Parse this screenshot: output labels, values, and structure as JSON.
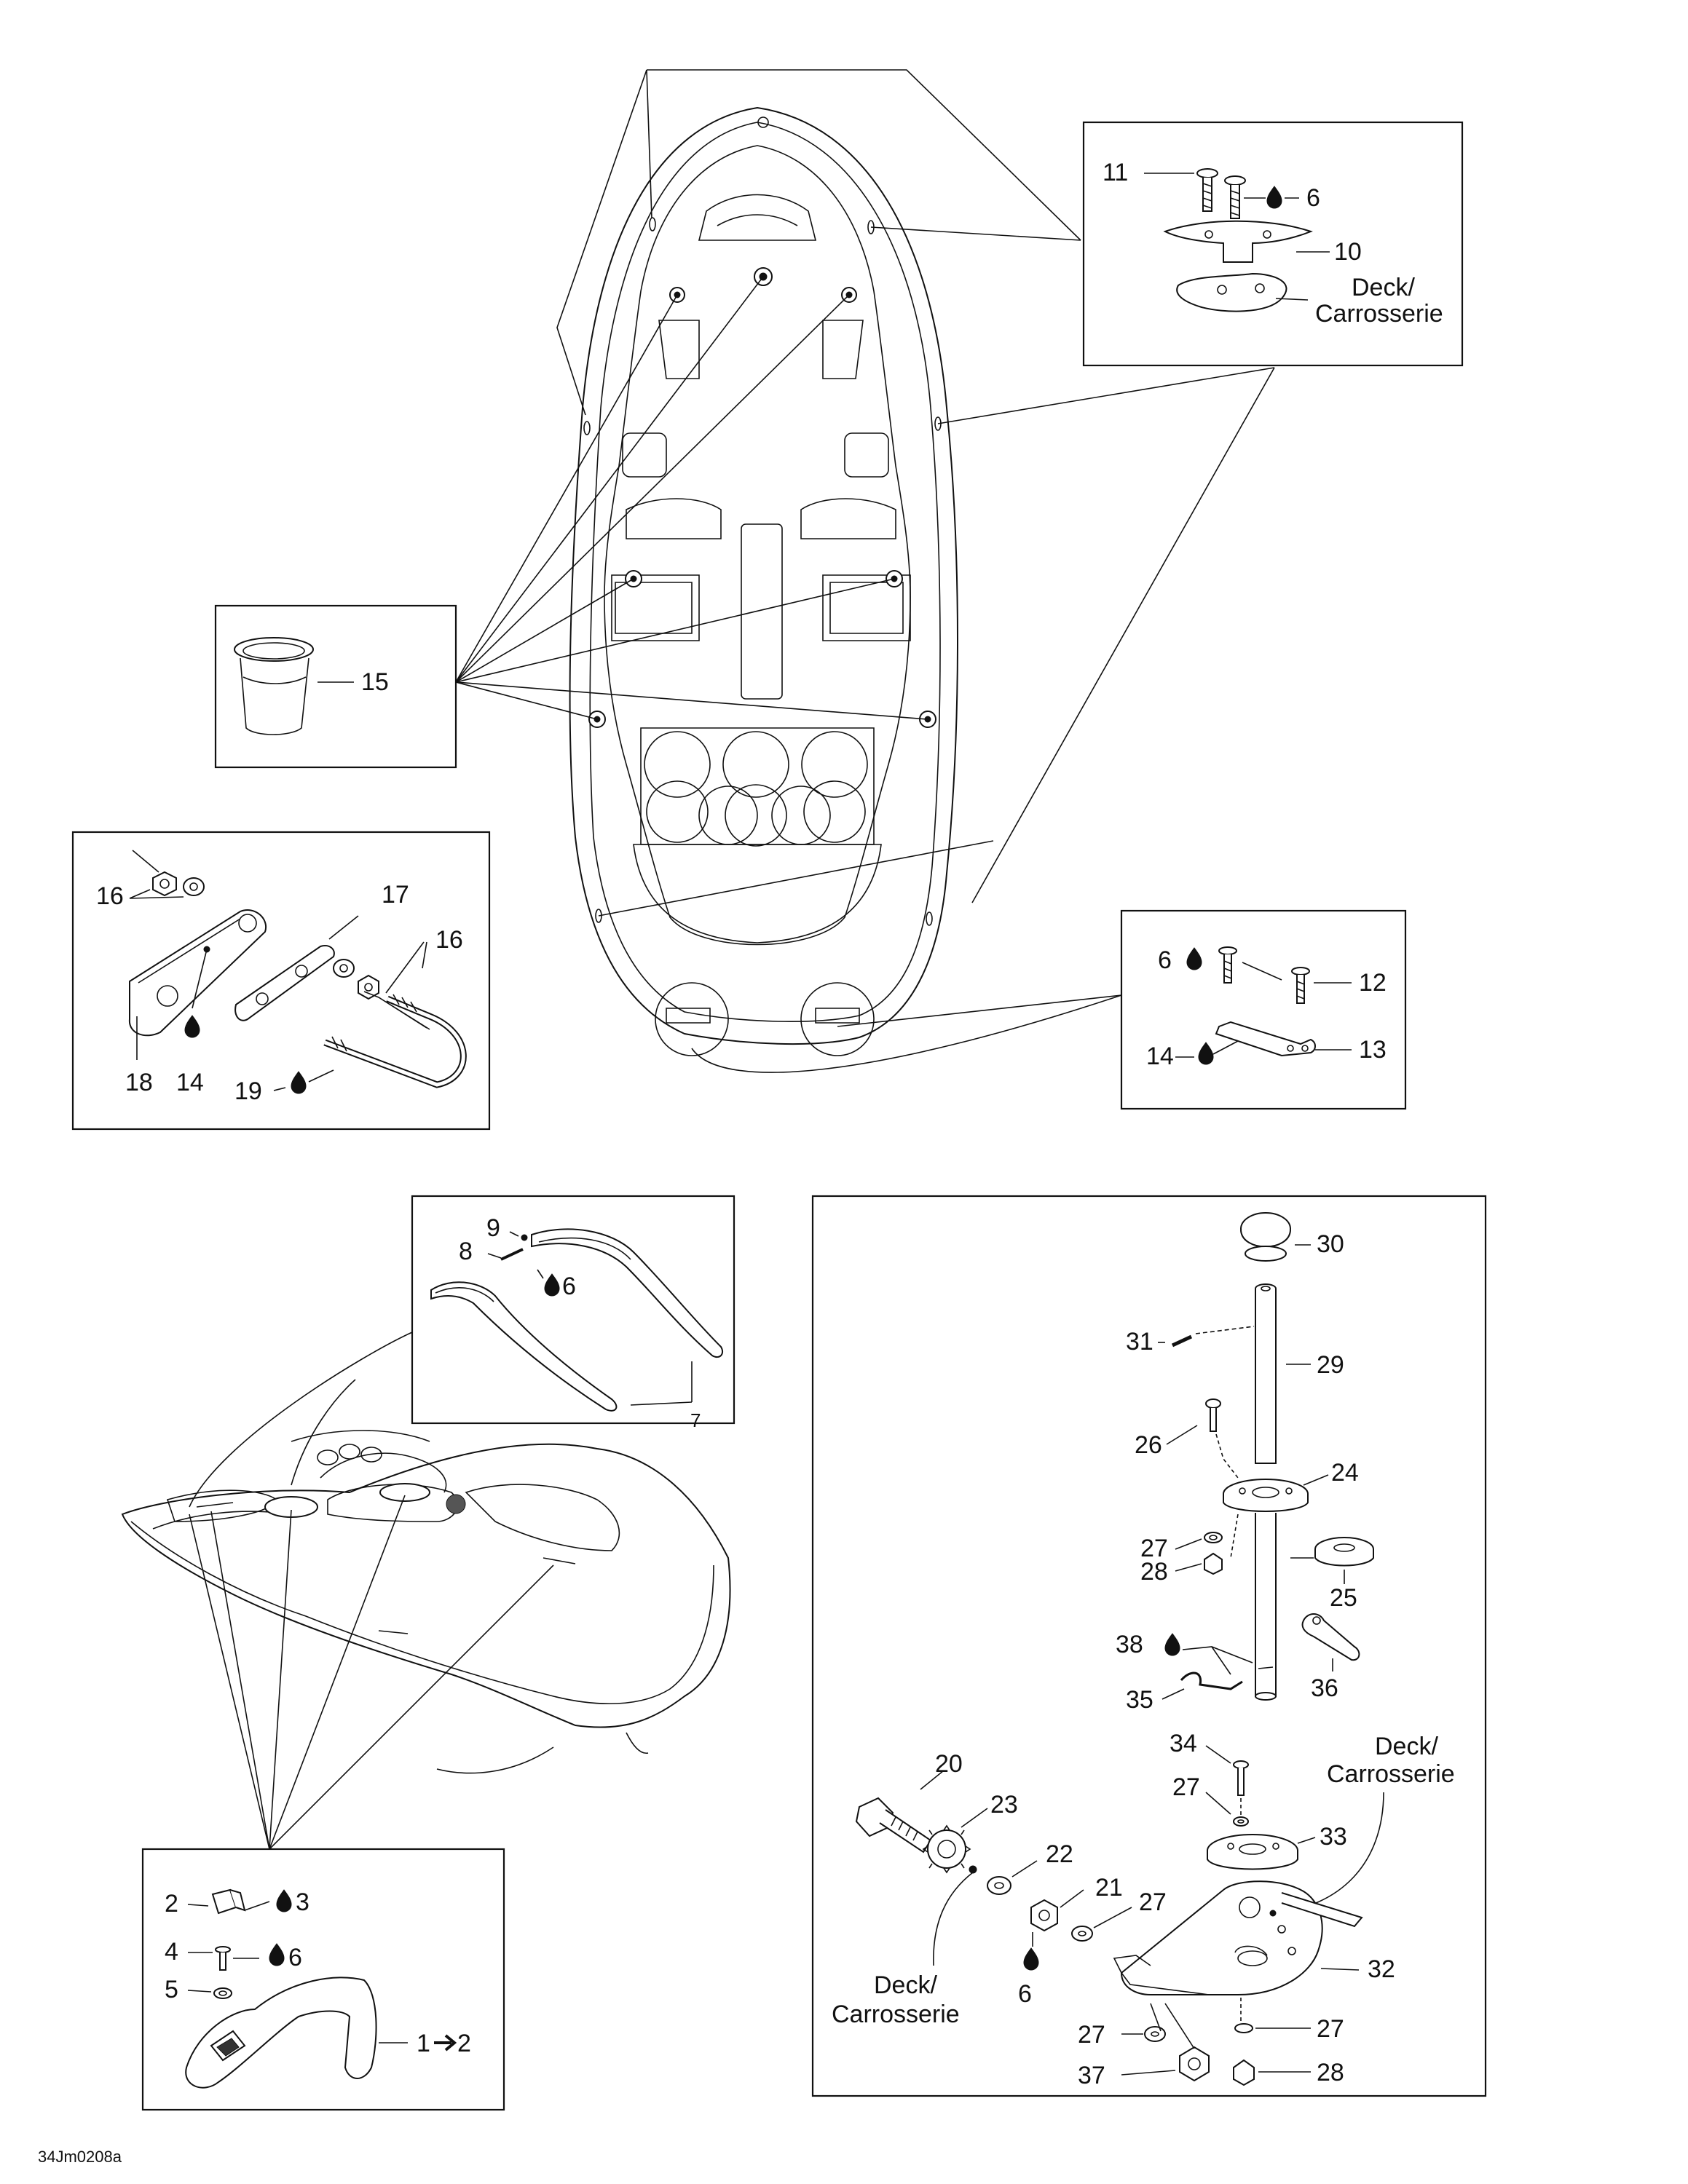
{
  "reference_code": "34Jm0208a",
  "deck_label": "Deck/",
  "deck_label_fr": "Carrosserie",
  "labels": {
    "n1": "1",
    "n1to2": "1",
    "n2": "2",
    "n3": "3",
    "n4": "4",
    "n5": "5",
    "n6": "6",
    "n7": "7",
    "n8": "8",
    "n9": "9",
    "n10": "10",
    "n11": "11",
    "n12": "12",
    "n13": "13",
    "n14": "14",
    "n15": "15",
    "n16": "16",
    "n17": "17",
    "n18": "18",
    "n19": "19",
    "n20": "20",
    "n21": "21",
    "n22": "22",
    "n23": "23",
    "n24": "24",
    "n25": "25",
    "n26": "26",
    "n27": "27",
    "n28": "28",
    "n29": "29",
    "n30": "30",
    "n31": "31",
    "n32": "32",
    "n33": "33",
    "n34": "34",
    "n35": "35",
    "n36": "36",
    "n37": "37",
    "n38": "38"
  },
  "icons": {
    "lubricant_drop": "drop-icon",
    "arrow": "arrow-icon"
  }
}
